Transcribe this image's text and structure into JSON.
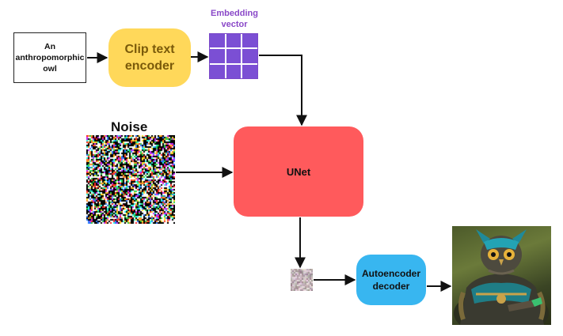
{
  "diagram": {
    "prompt": {
      "text": "An anthropomorphic owl"
    },
    "text_encoder": {
      "label": "Clip text encoder"
    },
    "embedding": {
      "label": "Embedding vector",
      "grid_rows": 3,
      "grid_cols": 3
    },
    "noise": {
      "label": "Noise"
    },
    "unet": {
      "label": "UNet"
    },
    "decoder": {
      "label": "Autoencoder decoder"
    },
    "output": {
      "image": "anthropomorphic-owl-armor"
    }
  },
  "colors": {
    "text_encoder": "#ffd85a",
    "embedding": "#7b4fd4",
    "embedding_label": "#8a48c8",
    "unet": "#ff5a5c",
    "decoder": "#38b6f0",
    "arrow": "#111111"
  }
}
